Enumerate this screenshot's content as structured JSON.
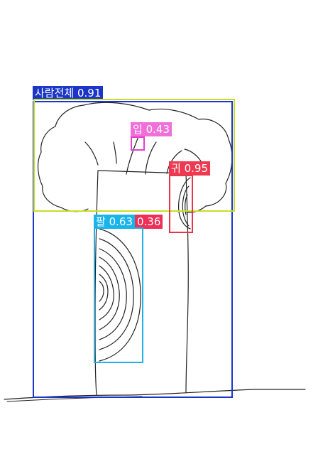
{
  "image": {
    "description_free": true,
    "detections": [
      {
        "label": "사람전체",
        "score": "0.91",
        "color": "#1a35c8",
        "fill": "#1a35c8"
      },
      {
        "label": "",
        "score": "",
        "color": "#c8de2a",
        "fill": ""
      },
      {
        "label": "입",
        "score": "0.43",
        "color": "#e23fd1",
        "fill": "#f06fd8"
      },
      {
        "label": "귀",
        "score": "0.95",
        "color": "#e8344b",
        "fill": "#ee3a50"
      },
      {
        "label": "팔",
        "score": "0.63",
        "color": "#25b1e6",
        "fill": "#19b4ec"
      },
      {
        "label": "",
        "score": "0.36",
        "color": "#e8344b",
        "fill": "#ee2f58"
      }
    ]
  }
}
